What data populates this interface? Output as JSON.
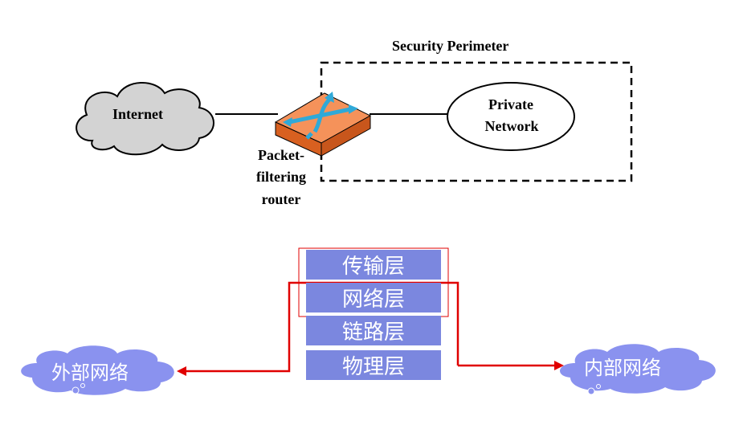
{
  "top": {
    "perimeter_label": "Security Perimeter",
    "internet_label": "Internet",
    "private_label_line1": "Private",
    "private_label_line2": "Network",
    "router_label_line1": "Packet-",
    "router_label_line2": "filtering",
    "router_label_line3": "router"
  },
  "bottom": {
    "layers": [
      "传输层",
      "网络层",
      "链路层",
      "物理层"
    ],
    "external_label": "外部网络",
    "internal_label": "内部网络"
  },
  "colors": {
    "layer_fill": "#7b87df",
    "cloud_fill_bottom": "#8a92ef",
    "cloud_fill_top": "#d0d0d0",
    "router_fill": "#f07a3a",
    "arrow_red": "#e00000",
    "router_arrow": "#2fa9d8"
  }
}
